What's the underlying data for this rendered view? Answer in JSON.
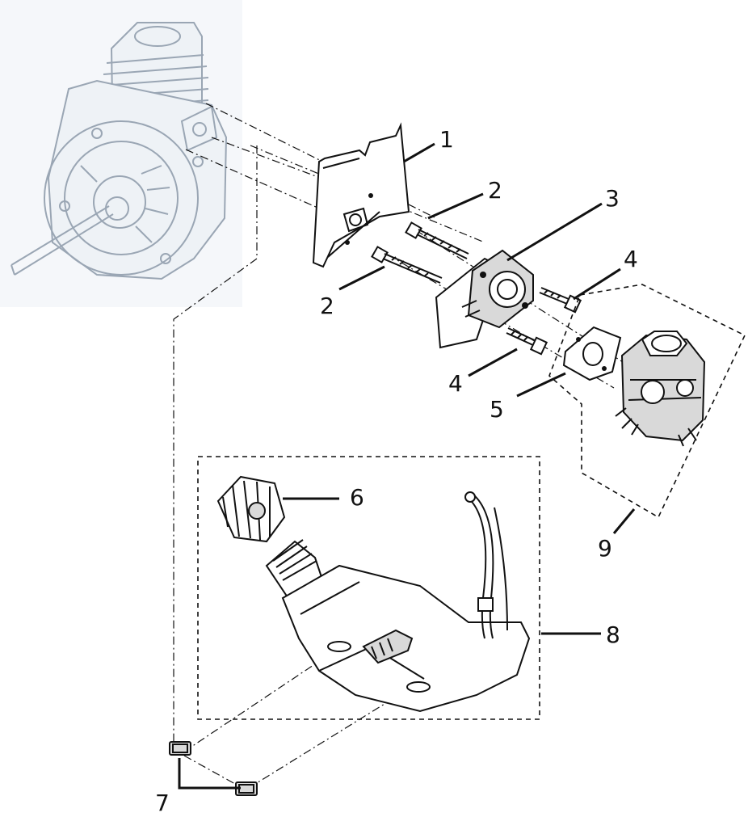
{
  "callouts": {
    "c1": "1",
    "c2a": "2",
    "c2b": "2",
    "c3": "3",
    "c4a": "4",
    "c4b": "4",
    "c5": "5",
    "c6": "6",
    "c7": "7",
    "c8": "8",
    "c9": "9"
  },
  "colors": {
    "ink": "#111111",
    "ghost_engine": "#9aa6b4",
    "background": "#ffffff"
  },
  "icons": {
    "engine": "engine-ghost-illustration",
    "gasket": "gasket-icon",
    "bolt": "bolt-icon",
    "spacer": "intake-spacer-icon",
    "carburetor": "carburetor-icon",
    "cap": "fuel-cap-icon",
    "tank": "fuel-tank-icon",
    "mount": "rubber-mount-icon"
  }
}
